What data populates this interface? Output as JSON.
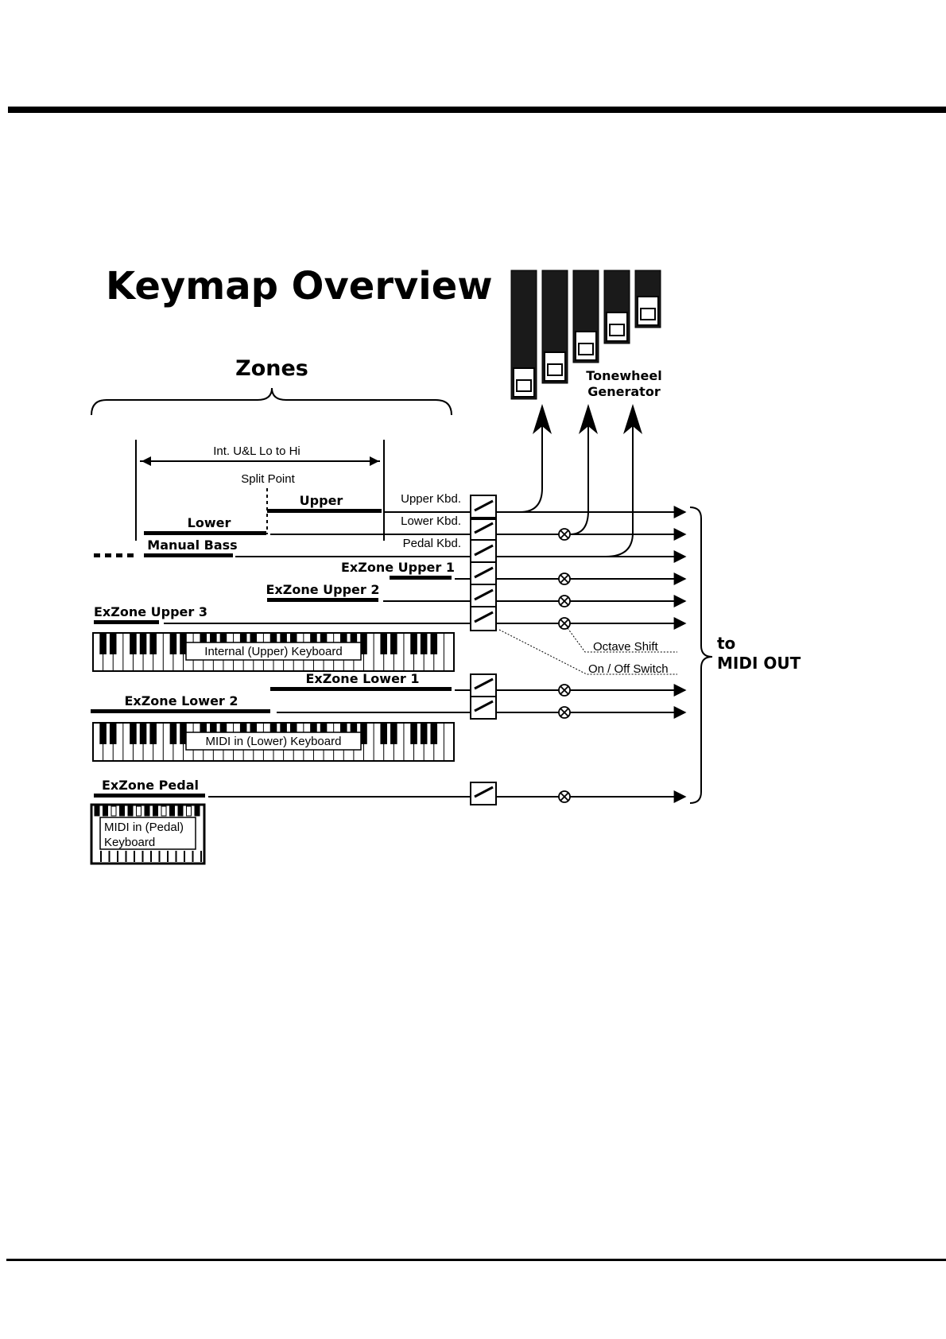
{
  "title": "Keymap Overview",
  "zones": {
    "heading": "Zones",
    "range_label": "Int. U&L Lo to Hi",
    "split_label": "Split Point"
  },
  "zone_bars": {
    "upper": "Upper",
    "lower": "Lower",
    "manual_bass": "Manual Bass",
    "exzone_upper_1": "ExZone Upper 1",
    "exzone_upper_2": "ExZone Upper 2",
    "exzone_upper_3": "ExZone Upper 3",
    "exzone_lower_1": "ExZone Lower 1",
    "exzone_lower_2": "ExZone Lower 2",
    "exzone_pedal": "ExZone Pedal"
  },
  "channels": {
    "upper_kbd": "Upper Kbd.",
    "lower_kbd": "Lower Kbd.",
    "pedal_kbd": "Pedal Kbd."
  },
  "keyboards": {
    "internal_upper": "Internal (Upper) Keyboard",
    "midi_lower": "MIDI in (Lower) Keyboard",
    "midi_pedal_line1": "MIDI in (Pedal)",
    "midi_pedal_line2": "Keyboard"
  },
  "generator": {
    "line1": "Tonewheel",
    "line2": "Generator"
  },
  "legend": {
    "octave_shift": "Octave Shift",
    "on_off_switch": "On / Off Switch"
  },
  "output": {
    "line1": "to",
    "line2": "MIDI OUT"
  }
}
